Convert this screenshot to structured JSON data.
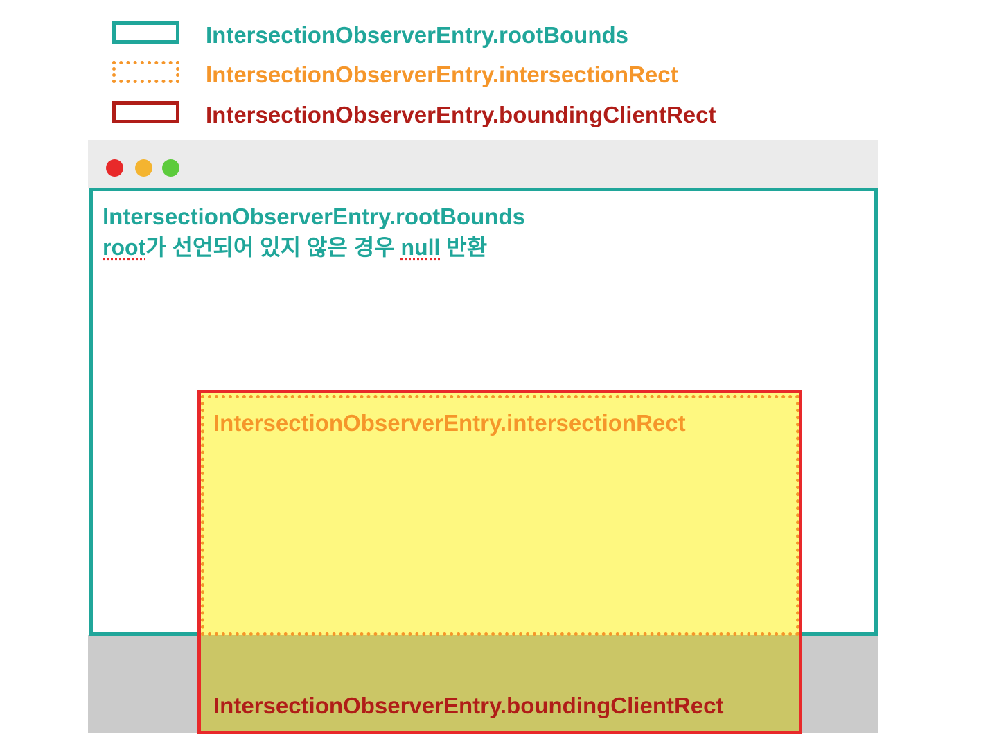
{
  "legend": {
    "items": [
      {
        "label": "IntersectionObserverEntry.rootBounds",
        "color": "#20a69a",
        "stroke": "solid"
      },
      {
        "label": "IntersectionObserverEntry.intersectionRect",
        "color": "#f5962a",
        "stroke": "dotted"
      },
      {
        "label": "IntersectionObserverEntry.boundingClientRect",
        "color": "#b01d18",
        "stroke": "solid"
      }
    ]
  },
  "browser": {
    "window_buttons": [
      "close",
      "minimize",
      "maximize"
    ],
    "titlebar_color": "#ebebeb",
    "offscreen_color": "#cbcbcb"
  },
  "viewport": {
    "title": "IntersectionObserverEntry.rootBounds",
    "note_parts": {
      "root_word": "root",
      "middle": "가 선언되어 있지 않은 경우 ",
      "null_word": "null",
      "end": " 반환"
    }
  },
  "target": {
    "intersection_label": "IntersectionObserverEntry.intersectionRect",
    "bounding_label": "IntersectionObserverEntry.boundingClientRect",
    "visible_fill": "#fef880",
    "hidden_fill": "#cbc666",
    "border_color": "#e8292a"
  }
}
